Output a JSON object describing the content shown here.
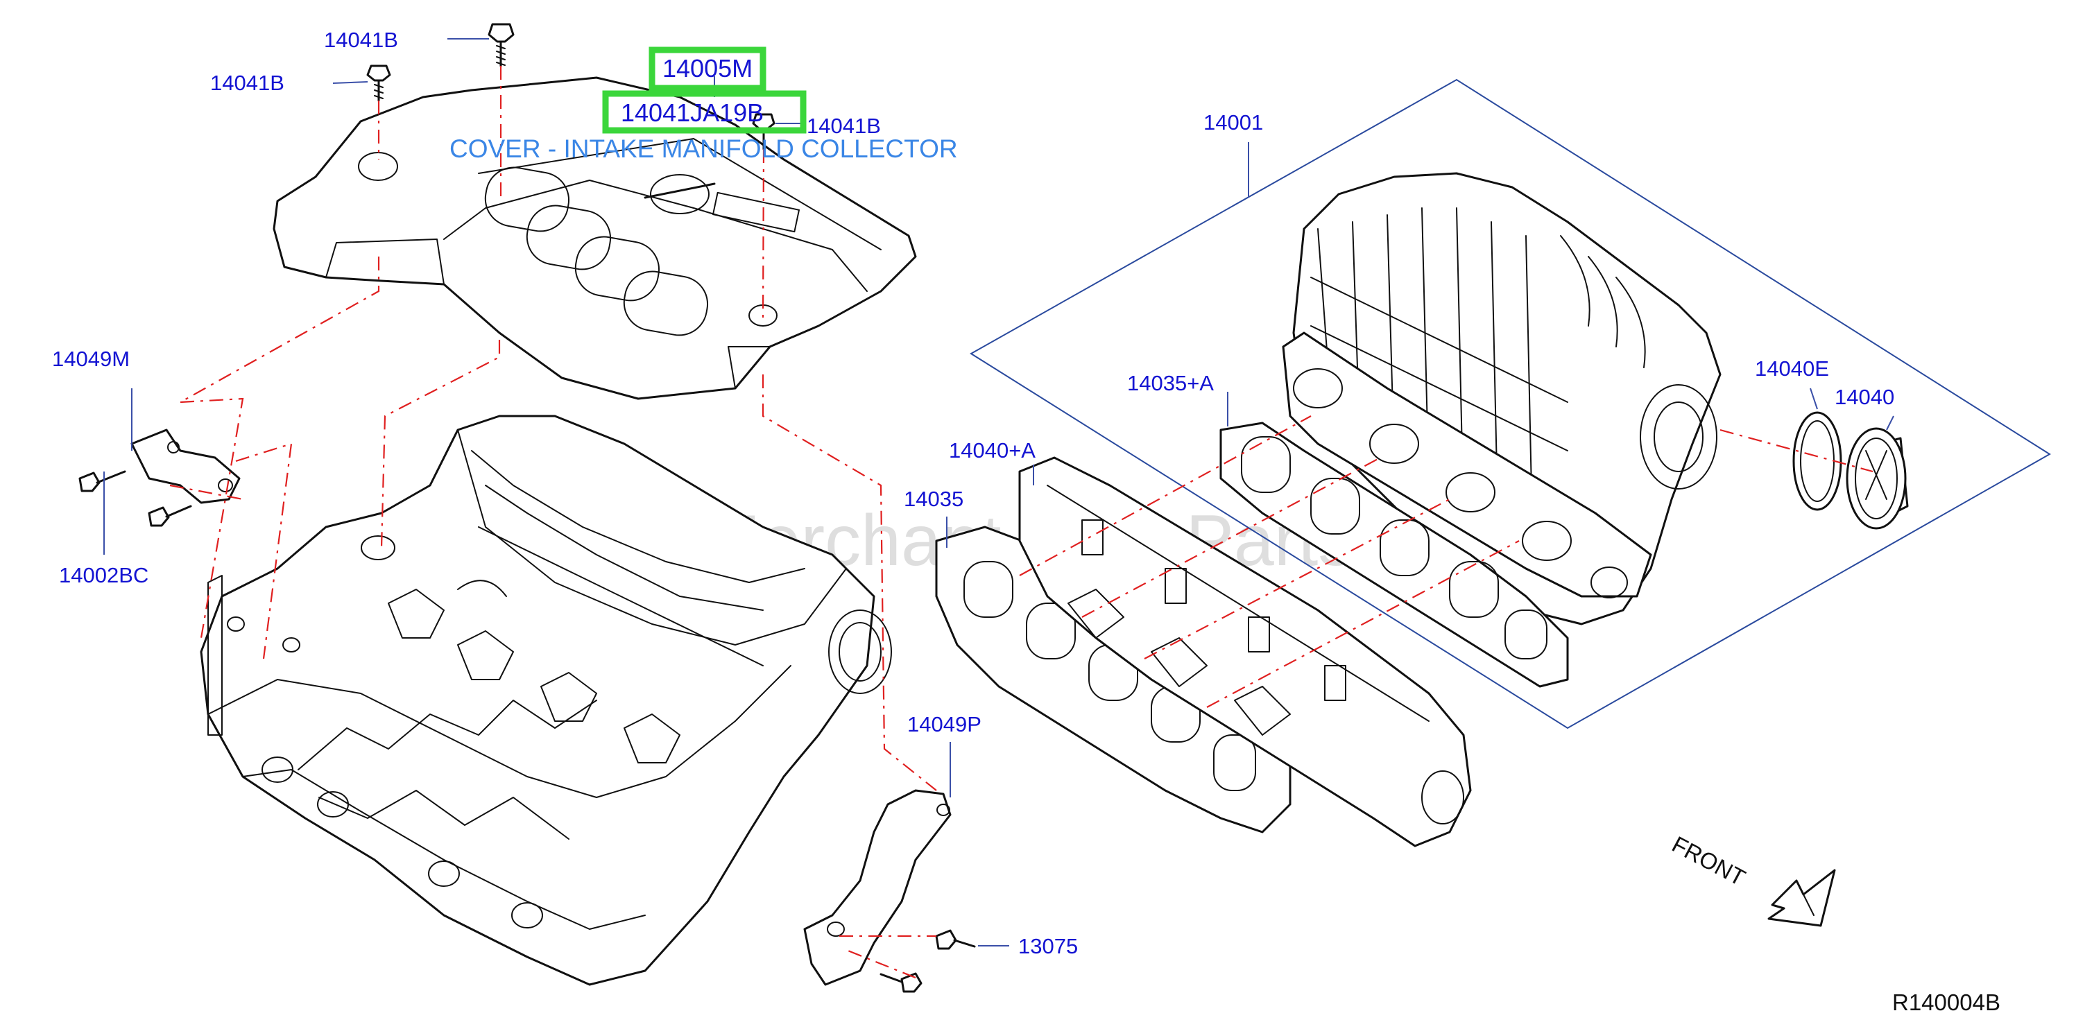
{
  "labels": {
    "p14041B_a": "14041B",
    "p14041B_b": "14041B",
    "p14041B_c": "14041B",
    "p14005M": "14005M",
    "p14041JA19B": "14041JA19B",
    "caption": "COVER - INTAKE MANIFOLD COLLECTOR",
    "p14001": "14001",
    "p14049M": "14049M",
    "p14035A": "14035+A",
    "p14040E": "14040E",
    "p14040": "14040",
    "p14040A": "14040+A",
    "p14035": "14035",
    "p14002BC": "14002BC",
    "p14049P": "14049P",
    "p13075": "13075",
    "front": "FRONT",
    "ref": "R140004B"
  },
  "watermark": "Mark Merchant Auto Partstore",
  "colors": {
    "label": "#1414d2",
    "caption": "#3a86e6",
    "highlight": "#3bd63b",
    "center_line": "#e02020",
    "leader": "#3a4fa8"
  }
}
